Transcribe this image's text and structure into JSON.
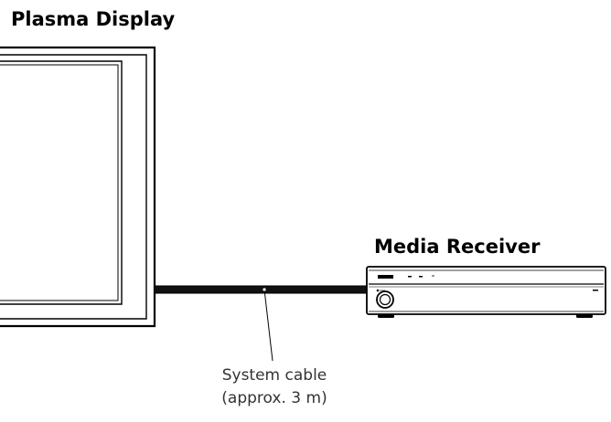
{
  "labels": {
    "plasma_display": "Plasma Display",
    "media_receiver": "Media Receiver",
    "cable_name": "System cable",
    "cable_length": "(approx. 3 m)"
  },
  "colors": {
    "line": "#000000",
    "cable": "#111111",
    "background": "#ffffff"
  },
  "icons": {
    "brand_logo": "pioneer-logo",
    "power": "power-knob"
  }
}
